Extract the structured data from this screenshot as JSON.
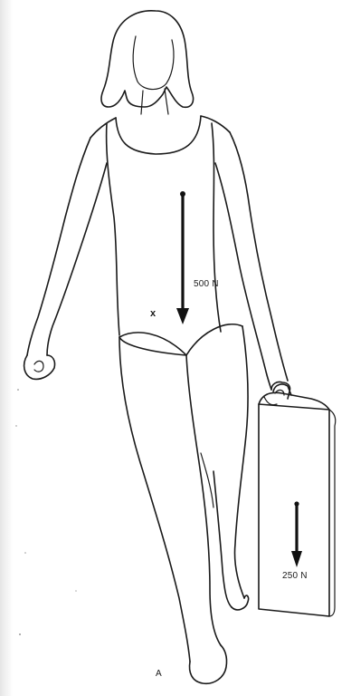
{
  "figure": {
    "body_weight_label": "500 N",
    "suitcase_weight_label": "250 N",
    "center_of_gravity_mark": "x",
    "panel_label": "A"
  }
}
